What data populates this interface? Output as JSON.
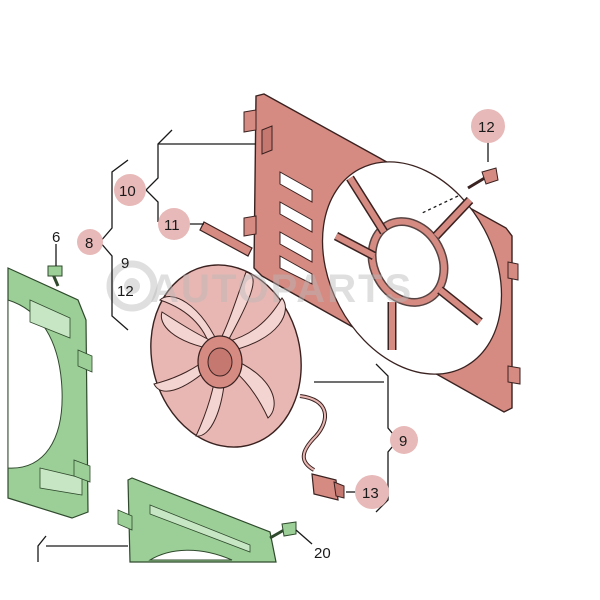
{
  "diagram": {
    "callouts": {
      "c6": "6",
      "c8": "8",
      "c9a": "9",
      "c9b": "9",
      "c10": "10",
      "c11": "11",
      "c12a": "12",
      "c12b": "12",
      "c13": "13",
      "c20": "20",
      "c_cut": "20"
    },
    "colors": {
      "shroud": "#d58a82",
      "fan": "#e8b7b3",
      "frame": "#9ccf98",
      "highlight": "#e7b9b8",
      "ink": "#3a2220"
    },
    "watermark": {
      "text": "AUTOPARTS"
    }
  }
}
